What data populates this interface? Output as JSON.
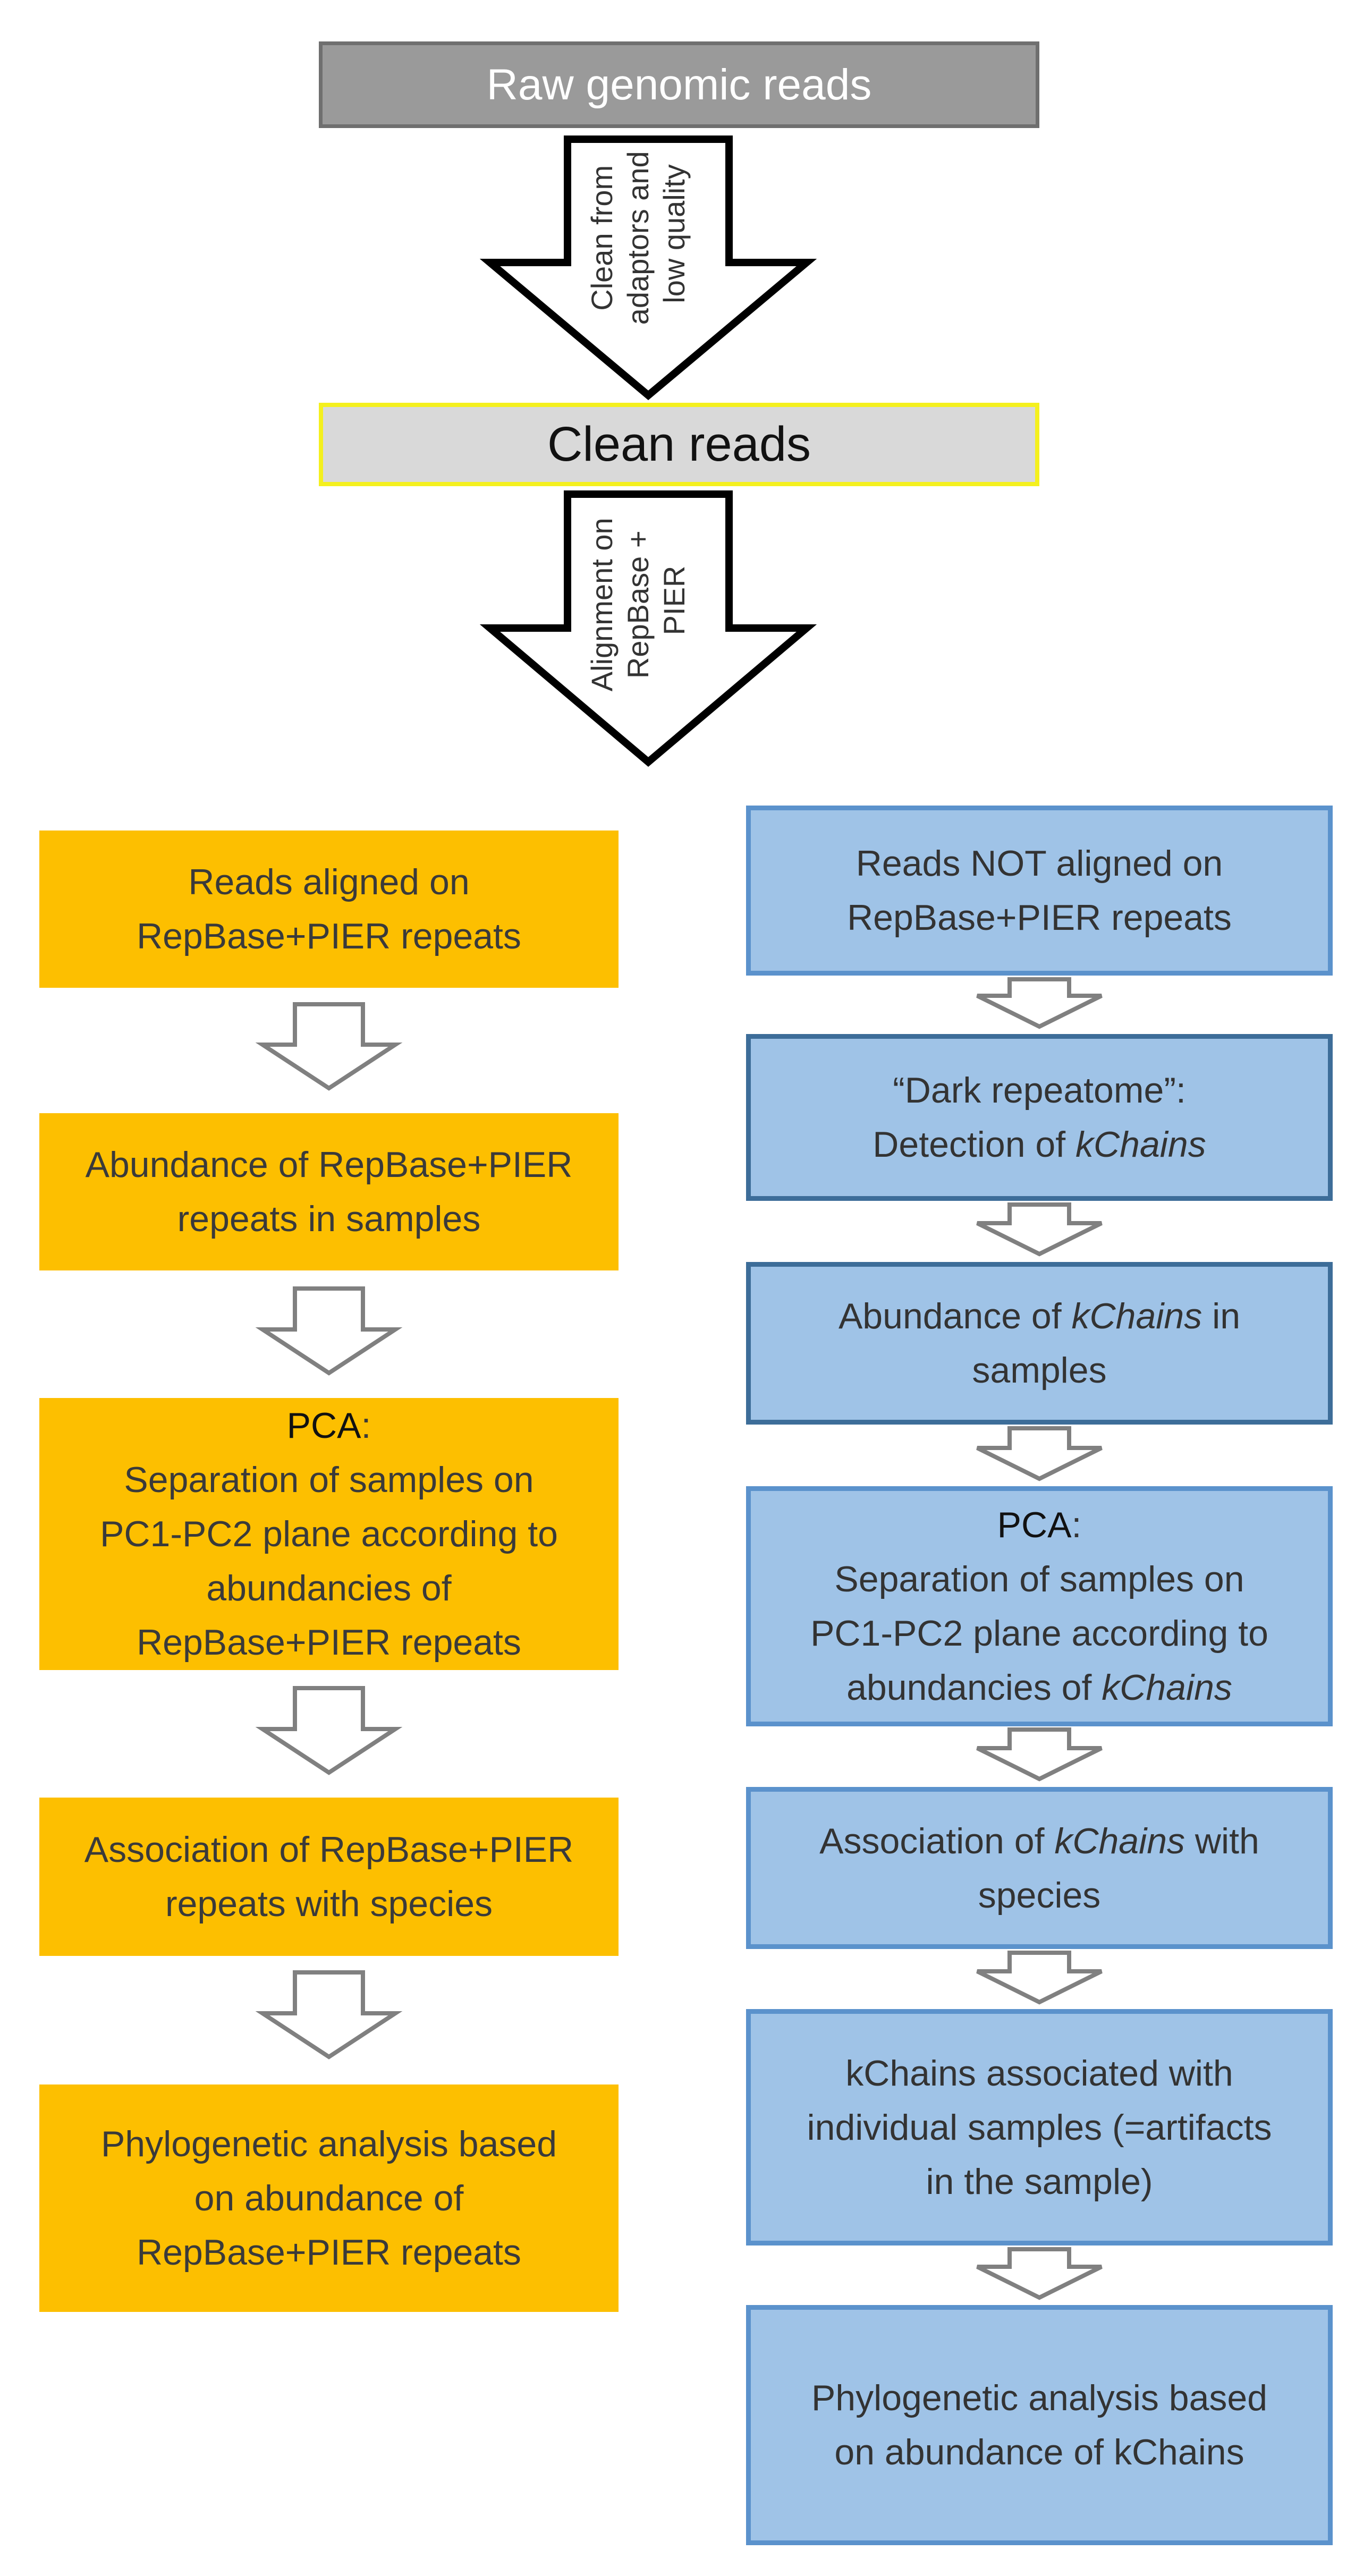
{
  "top": {
    "raw": "Raw genomic reads",
    "arrow1": [
      "Clean from",
      "adaptors and",
      "low quality"
    ],
    "clean": "Clean reads",
    "arrow2": [
      "Alignment on",
      "RepBase +",
      "PIER"
    ]
  },
  "left": {
    "box1": [
      "Reads aligned on",
      "RepBase+PIER repeats"
    ],
    "box2": [
      "Abundance of RepBase+PIER",
      "repeats in samples"
    ],
    "box3": {
      "heading": "PCA",
      "colon": ":",
      "lines": [
        "Separation of samples on",
        "PC1-PC2 plane according to",
        "abundancies of",
        "RepBase+PIER repeats"
      ]
    },
    "box4": [
      "Association of RepBase+PIER",
      "repeats with species"
    ],
    "box5": [
      "Phylogenetic analysis based",
      "on abundance of",
      "RepBase+PIER repeats"
    ]
  },
  "right": {
    "box1": [
      "Reads NOT aligned on",
      "RepBase+PIER repeats"
    ],
    "box2": {
      "line1": "“Dark repeatome”:",
      "line2_prefix": "Detection of ",
      "line2_italic": "kChains"
    },
    "box3": {
      "prefix": "Abundance of ",
      "italic": "kChains",
      "suffix": " in",
      "line2": "samples"
    },
    "box4": {
      "heading": "PCA",
      "colon": ":",
      "line1": "Separation of samples on",
      "line2": "PC1-PC2 plane according to",
      "line3_prefix": "abundancies of ",
      "line3_italic": "kChains"
    },
    "box5": {
      "prefix": "Association of ",
      "italic": "kChains",
      "suffix": " with",
      "line2": "species"
    },
    "box6": [
      "kChains associated with",
      "individual samples (=artifacts",
      "in the sample)"
    ],
    "box7": [
      "Phylogenetic analysis based",
      "on abundance of kChains"
    ]
  },
  "colors": {
    "orange_fill": "#fdbf00",
    "blue_fill": "#9fc3e7",
    "blue_border": "#5b92cc",
    "grey_fill": "#9a9a9a",
    "clean_fill": "#d9d9d9",
    "clean_border": "#f4f01e",
    "connector_stroke": "#808080"
  }
}
